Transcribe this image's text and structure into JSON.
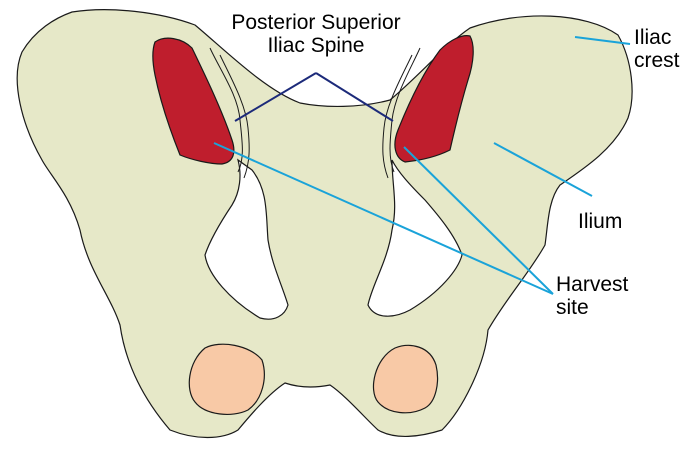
{
  "colors": {
    "bone": "#e6e8c8",
    "outline": "#1a1a1a",
    "harvest": "#bf1e2d",
    "acetabulum": "#f8c9a6",
    "leader_blue": "#1aa3d9",
    "leader_navy": "#1c2a7a",
    "background": "#ffffff"
  },
  "labels": {
    "psis_line1": "Posterior Superior",
    "psis_line2": "Iliac Spine",
    "iliac_crest_line1": "Iliac",
    "iliac_crest_line2": "crest",
    "ilium": "Ilium",
    "harvest_line1": "Harvest",
    "harvest_line2": "site"
  }
}
